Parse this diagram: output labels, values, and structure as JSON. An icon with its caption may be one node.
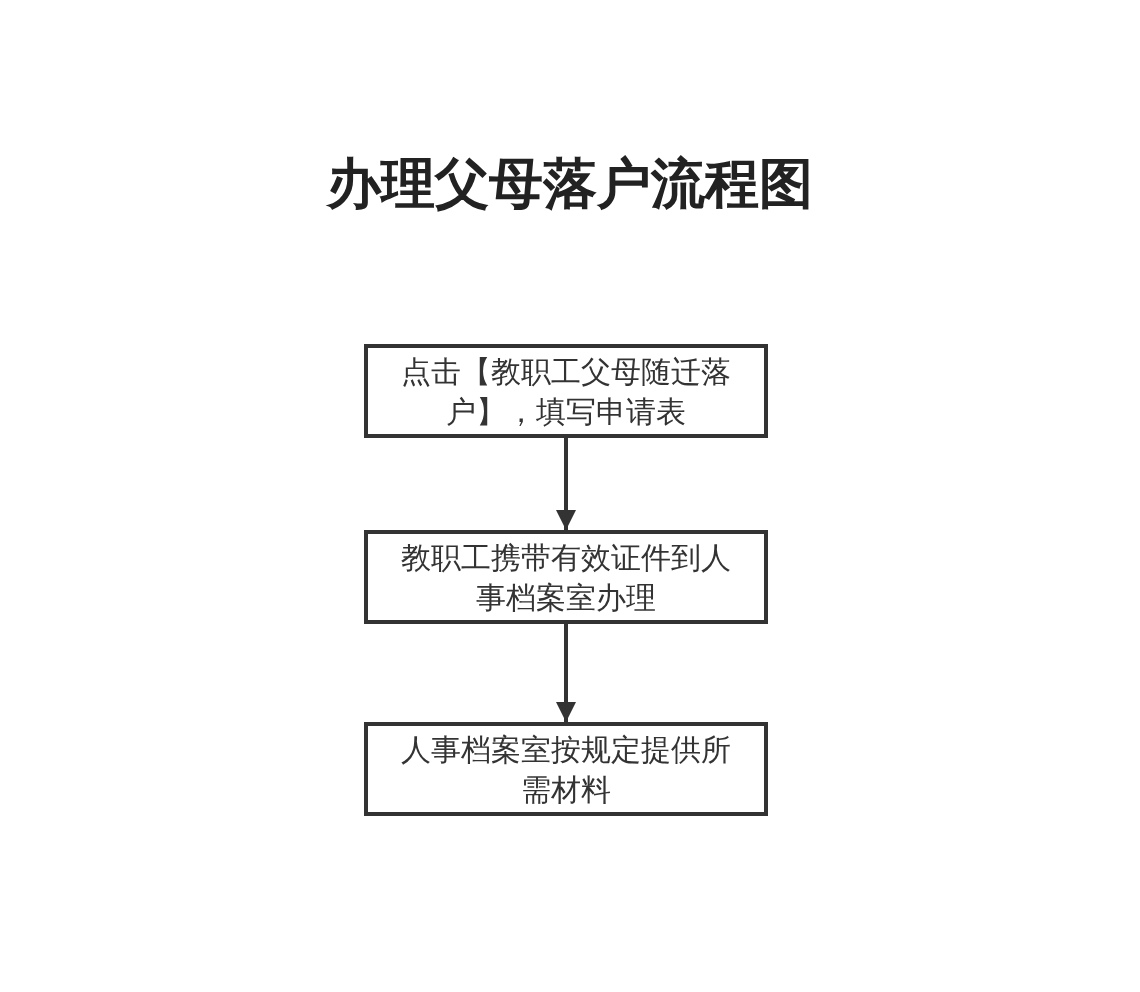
{
  "diagram": {
    "title": "办理父母落户流程图",
    "nodes": [
      {
        "text": [
          "点击【教职工父母随迁落户】，填写申请表"
        ]
      },
      {
        "text": [
          "教职工携带有效证件到人事档案室办理"
        ]
      },
      {
        "text": [
          "人事档案室按规定提供所需材料"
        ]
      }
    ],
    "edges": [
      {
        "from": 0,
        "to": 1,
        "arrow": "to"
      },
      {
        "from": 1,
        "to": 2,
        "arrow": "to"
      }
    ]
  }
}
